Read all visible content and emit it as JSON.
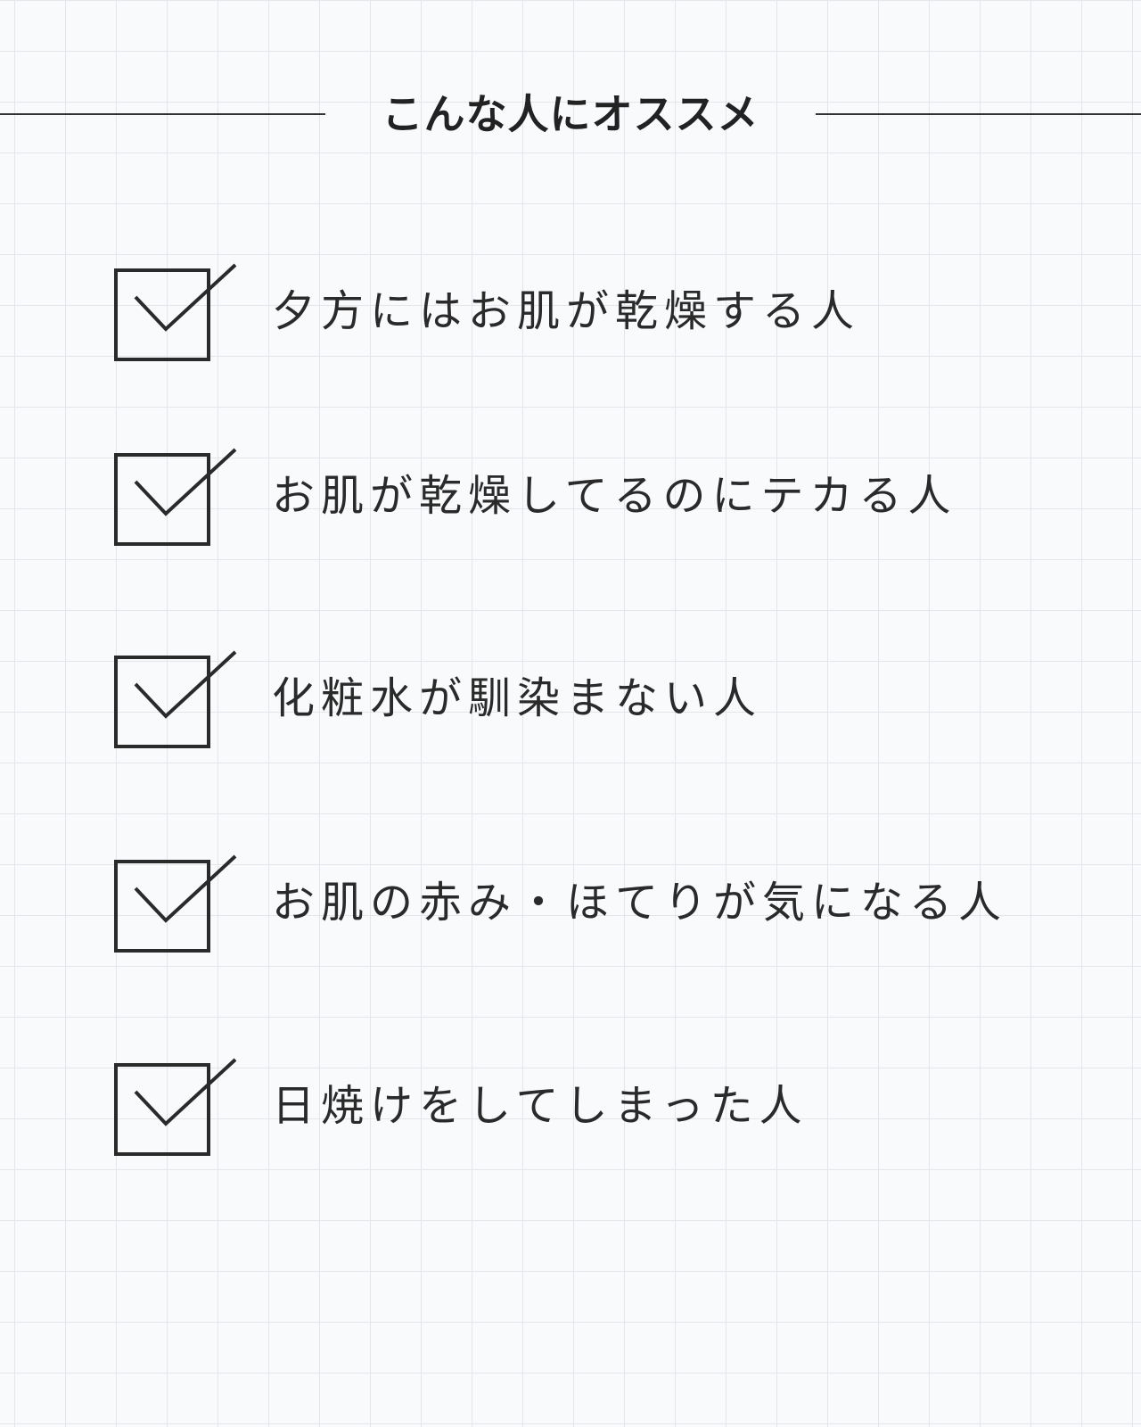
{
  "header": {
    "title": "こんな人にオススメ"
  },
  "items": [
    {
      "label": "夕方にはお肌が乾燥する人",
      "icon": "checked-box-icon"
    },
    {
      "label": "お肌が乾燥してるのにテカる人",
      "icon": "checked-box-icon"
    },
    {
      "label": "化粧水が馴染まない人",
      "icon": "checked-box-icon"
    },
    {
      "label": "お肌の赤み・ほてりが気になる人",
      "icon": "checked-box-icon"
    },
    {
      "label": "日焼けをしてしまった人",
      "icon": "checked-box-icon"
    }
  ],
  "colors": {
    "background": "#f9fafc",
    "grid": "#e4e6ec",
    "ink": "#2a2a2a"
  }
}
